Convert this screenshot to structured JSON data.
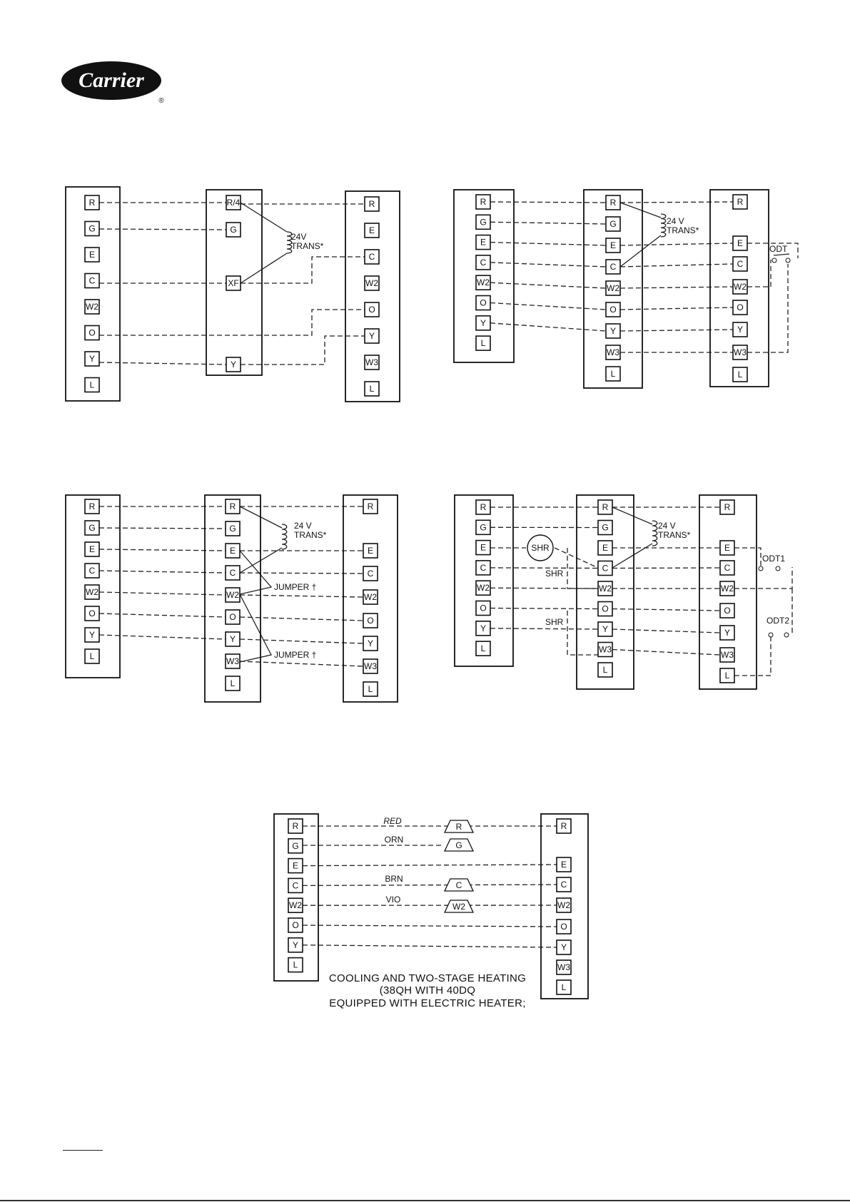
{
  "brand": {
    "logo_text": "Carrier",
    "registered_mark": "®"
  },
  "diagrams": [
    {
      "id": "d1",
      "panels": [
        {
          "terms": [
            "R",
            "G",
            "E",
            "C",
            "W2",
            "O",
            "Y",
            "L"
          ]
        },
        {
          "terms": [
            "R/4",
            "G",
            "XF",
            "Y"
          ]
        },
        {
          "terms": [
            "R",
            "E",
            "C",
            "W2",
            "O",
            "Y",
            "W3",
            "L"
          ]
        }
      ],
      "transformer": {
        "line1": "24V",
        "line2": "TRANS*"
      }
    },
    {
      "id": "d2",
      "panels": [
        {
          "terms": [
            "R",
            "G",
            "E",
            "C",
            "W2",
            "O",
            "Y",
            "L"
          ]
        },
        {
          "terms": [
            "R",
            "G",
            "E",
            "C",
            "W2",
            "O",
            "Y",
            "W3",
            "L"
          ]
        },
        {
          "terms": [
            "R",
            "E",
            "C",
            "W2",
            "O",
            "Y",
            "W3",
            "L"
          ]
        }
      ],
      "transformer": {
        "line1": "24 V",
        "line2": "TRANS*"
      },
      "switch_label": "ODT"
    },
    {
      "id": "d3",
      "panels": [
        {
          "terms": [
            "R",
            "G",
            "E",
            "C",
            "W2",
            "O",
            "Y",
            "L"
          ]
        },
        {
          "terms": [
            "R",
            "G",
            "E",
            "C",
            "W2",
            "O",
            "Y",
            "W3",
            "L"
          ]
        },
        {
          "terms": [
            "R",
            "E",
            "C",
            "W2",
            "O",
            "Y",
            "W3",
            "L"
          ]
        }
      ],
      "transformer": {
        "line1": "24 V",
        "line2": "TRANS*"
      },
      "jumper_label_1": "JUMPER †",
      "jumper_label_2": "JUMPER †"
    },
    {
      "id": "d4",
      "panels": [
        {
          "terms": [
            "R",
            "G",
            "E",
            "C",
            "W2",
            "O",
            "Y",
            "L"
          ]
        },
        {
          "terms": [
            "R",
            "G",
            "E",
            "C",
            "W2",
            "O",
            "Y",
            "W3",
            "L"
          ]
        },
        {
          "terms": [
            "R",
            "E",
            "C",
            "W2",
            "O",
            "Y",
            "W3",
            "L"
          ]
        }
      ],
      "transformer": {
        "line1": "24 V",
        "line2": "TRANS*"
      },
      "shr_relay": "SHR",
      "shr_label_1": "SHR",
      "shr_label_2": "SHR",
      "odt1": "ODT1",
      "odt2": "ODT2"
    },
    {
      "id": "d5",
      "panels": [
        {
          "terms": [
            "R",
            "G",
            "E",
            "C",
            "W2",
            "O",
            "Y",
            "L"
          ]
        },
        {
          "terms": [
            "R",
            "E",
            "C",
            "W2",
            "O",
            "Y",
            "W3",
            "L"
          ]
        }
      ],
      "wire_colors": [
        "RED",
        "ORN",
        "BRN",
        "VIO"
      ],
      "connectors": [
        "R",
        "G",
        "C",
        "W2"
      ],
      "caption": [
        "COOLING AND TWO-STAGE HEATING",
        "(38QH WITH 40DQ",
        "EQUIPPED WITH ELECTRIC HEATER;"
      ]
    }
  ]
}
